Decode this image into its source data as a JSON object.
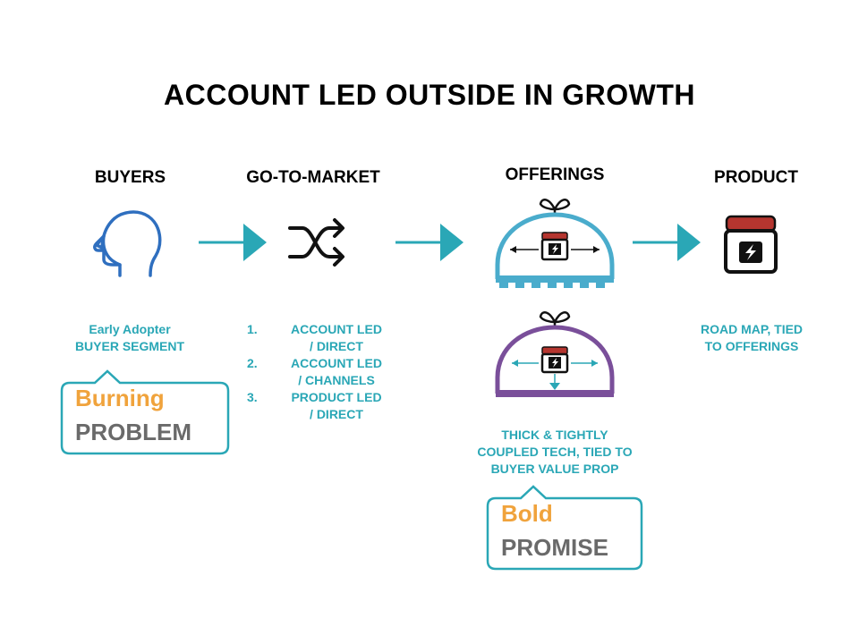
{
  "title": "ACCOUNT LED OUTSIDE IN GROWTH",
  "columns": {
    "buyers": {
      "heading": "BUYERS",
      "icon": "head-icon",
      "caption_line1": "Early Adopter",
      "caption_line2": "BUYER SEGMENT",
      "bubble": {
        "highlight": "Burning",
        "text": "PROBLEM"
      }
    },
    "gtm": {
      "heading": "GO-TO-MARKET",
      "icon": "shuffle-icon",
      "items": [
        {
          "num": "1.",
          "line1": "ACCOUNT LED",
          "line2": "/ DIRECT"
        },
        {
          "num": "2.",
          "line1": "ACCOUNT LED",
          "line2": "/ CHANNELS"
        },
        {
          "num": "3.",
          "line1": "PRODUCT LED",
          "line2": "/ DIRECT"
        }
      ]
    },
    "offerings": {
      "heading": "OFFERINGS",
      "icons": [
        "greenhouse-expand-icon",
        "greenhouse-contract-icon"
      ],
      "caption_line1": "THICK & TIGHTLY",
      "caption_line2": "COUPLED TECH, TIED TO",
      "caption_line3": "BUYER VALUE PROP",
      "bubble": {
        "highlight": "Bold",
        "text": "PROMISE"
      }
    },
    "product": {
      "heading": "PRODUCT",
      "icon": "jar-icon",
      "caption_line1": "ROAD MAP, TIED",
      "caption_line2": "TO OFFERINGS"
    }
  },
  "colors": {
    "teal": "#2aa7b6",
    "blue": "#2f6fbf",
    "purple": "#7a4f9a",
    "red": "#b5352f",
    "orange": "#f0a33c",
    "gray": "#6a6a6a"
  }
}
